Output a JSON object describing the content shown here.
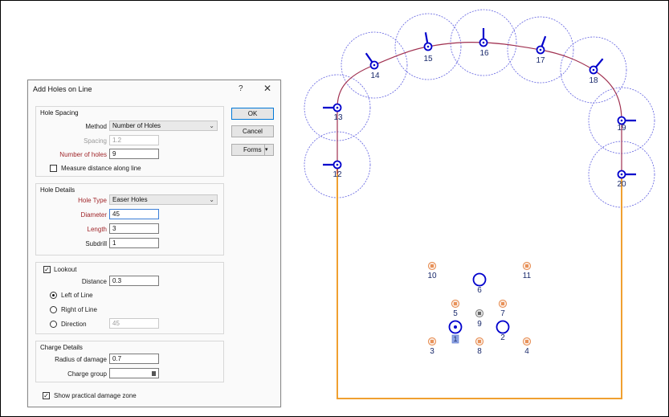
{
  "dialog": {
    "title": "Add Holes on Line",
    "help_label": "?",
    "close_label": "✕",
    "hole_spacing": {
      "title": "Hole Spacing",
      "method_label": "Method",
      "method_value": "Number of Holes",
      "spacing_label": "Spacing",
      "spacing_value": "1.2",
      "number_label": "Number of holes",
      "number_value": "9",
      "measure_label": "Measure distance along line"
    },
    "hole_details": {
      "title": "Hole Details",
      "type_label": "Hole Type",
      "type_value": "Easer Holes",
      "diameter_label": "Diameter",
      "diameter_value": "45",
      "length_label": "Length",
      "length_value": "3",
      "subdrill_label": "Subdrill",
      "subdrill_value": "1"
    },
    "lookout": {
      "title": "Lookout",
      "check_mark": "✓",
      "distance_label": "Distance",
      "distance_value": "0.3",
      "left_label": "Left of Line",
      "right_label": "Right of Line",
      "direction_label": "Direction",
      "direction_value": "45"
    },
    "charge": {
      "title": "Charge Details",
      "radius_label": "Radius of damage",
      "radius_value": "0.7",
      "group_label": "Charge group",
      "group_value": ""
    },
    "show_zone_label": "Show practical damage zone",
    "buttons": {
      "ok": "OK",
      "cancel": "Cancel",
      "forms": "Forms",
      "forms_arrow": "▾"
    }
  },
  "perimeter_holes": [
    {
      "label": "12",
      "angle": 180
    },
    {
      "label": "13",
      "angle": 180
    },
    {
      "label": "14",
      "angle": 235
    },
    {
      "label": "15",
      "angle": 260
    },
    {
      "label": "16",
      "angle": 270
    },
    {
      "label": "17",
      "angle": 290
    },
    {
      "label": "18",
      "angle": 310
    },
    {
      "label": "19",
      "angle": 0
    },
    {
      "label": "20",
      "angle": 0
    }
  ],
  "interior_holes": {
    "easer": [
      "10",
      "11",
      "5",
      "7",
      "3",
      "8",
      "4"
    ],
    "large": [
      "6",
      "2"
    ],
    "selected": "1",
    "grey": "9"
  },
  "colors": {
    "hole_blue": "#0000cc",
    "damage_circle": "#6060e0",
    "arch_line": "#a03050",
    "profile_line": "#f0a030",
    "easer_orange": "#e8925a"
  }
}
